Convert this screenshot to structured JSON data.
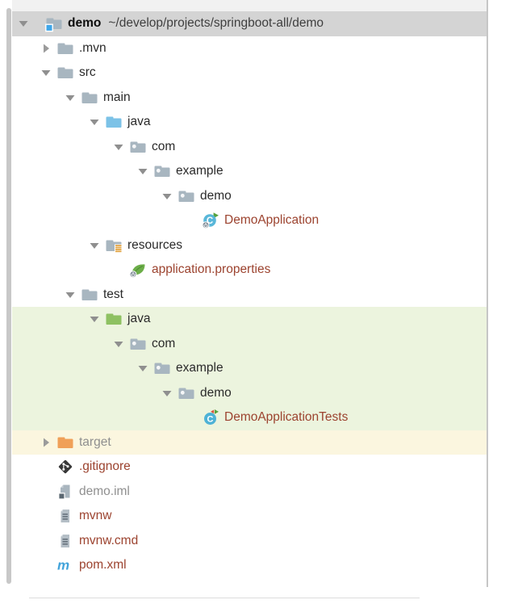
{
  "panel": {
    "name": "intellij-project-tree",
    "root_path": "~/develop/projects/springboot-all/demo"
  },
  "colors": {
    "selected_row_bg": "#d4d4d4",
    "test_scope_row_bg": "#ecf4de",
    "excluded_row_bg": "#fbf6df",
    "vcs_red_text": "#9c432f",
    "muted_text": "#8f8f8f",
    "default_text": "#2a2a2a",
    "folder": "#a8b6c0",
    "java_source_folder": "#7cc2e7",
    "test_source_folder": "#8ec162",
    "excluded_folder": "#f0a058",
    "maven_blue": "#42a3da",
    "project_badge_blue": "#3ea6e9"
  },
  "tree": {
    "root_path": "~/develop/projects/springboot-all/demo",
    "rows": [
      {
        "label": "demo",
        "path": "~/develop/projects/springboot-all/demo",
        "level": 0,
        "icon": "project-folder",
        "chevron": "expanded",
        "text": "root",
        "bg": "selected"
      },
      {
        "label": ".mvn",
        "level": 1,
        "icon": "folder",
        "chevron": "collapsed",
        "text": "default",
        "bg": "none"
      },
      {
        "label": "src",
        "level": 1,
        "icon": "folder",
        "chevron": "expanded",
        "text": "default",
        "bg": "none"
      },
      {
        "label": "main",
        "level": 2,
        "icon": "folder",
        "chevron": "expanded",
        "text": "default",
        "bg": "none"
      },
      {
        "label": "java",
        "level": 3,
        "icon": "java-source-folder",
        "chevron": "expanded",
        "text": "default",
        "bg": "none"
      },
      {
        "label": "com",
        "level": 4,
        "icon": "package",
        "chevron": "expanded",
        "text": "default",
        "bg": "none"
      },
      {
        "label": "example",
        "level": 5,
        "icon": "package",
        "chevron": "expanded",
        "text": "default",
        "bg": "none"
      },
      {
        "label": "demo",
        "level": 6,
        "icon": "package",
        "chevron": "expanded",
        "text": "default",
        "bg": "none"
      },
      {
        "label": "DemoApplication",
        "level": 7,
        "icon": "spring-boot-class",
        "chevron": "none",
        "text": "red",
        "bg": "none"
      },
      {
        "label": "resources",
        "level": 3,
        "icon": "resources-folder",
        "chevron": "expanded",
        "text": "default",
        "bg": "none"
      },
      {
        "label": "application.properties",
        "level": 4,
        "icon": "spring-properties",
        "chevron": "none",
        "text": "red",
        "bg": "none"
      },
      {
        "label": "test",
        "level": 2,
        "icon": "folder",
        "chevron": "expanded",
        "text": "default",
        "bg": "none"
      },
      {
        "label": "java",
        "level": 3,
        "icon": "test-source-folder",
        "chevron": "expanded",
        "text": "default",
        "bg": "green"
      },
      {
        "label": "com",
        "level": 4,
        "icon": "package",
        "chevron": "expanded",
        "text": "default",
        "bg": "green"
      },
      {
        "label": "example",
        "level": 5,
        "icon": "package",
        "chevron": "expanded",
        "text": "default",
        "bg": "green"
      },
      {
        "label": "demo",
        "level": 6,
        "icon": "package",
        "chevron": "expanded",
        "text": "default",
        "bg": "green"
      },
      {
        "label": "DemoApplicationTests",
        "level": 7,
        "icon": "test-class",
        "chevron": "none",
        "text": "red",
        "bg": "green"
      },
      {
        "label": "target",
        "level": 1,
        "icon": "excluded-folder",
        "chevron": "collapsed",
        "text": "muted",
        "bg": "yellow"
      },
      {
        "label": ".gitignore",
        "level": 1,
        "icon": "git-file",
        "chevron": "none",
        "text": "red",
        "bg": "none"
      },
      {
        "label": "demo.iml",
        "level": 1,
        "icon": "iml-file",
        "chevron": "none",
        "text": "muted",
        "bg": "none"
      },
      {
        "label": "mvnw",
        "level": 1,
        "icon": "text-file",
        "chevron": "none",
        "text": "red",
        "bg": "none"
      },
      {
        "label": "mvnw.cmd",
        "level": 1,
        "icon": "text-file",
        "chevron": "none",
        "text": "red",
        "bg": "none"
      },
      {
        "label": "pom.xml",
        "level": 1,
        "icon": "maven-file",
        "chevron": "none",
        "text": "red",
        "bg": "none"
      }
    ]
  }
}
